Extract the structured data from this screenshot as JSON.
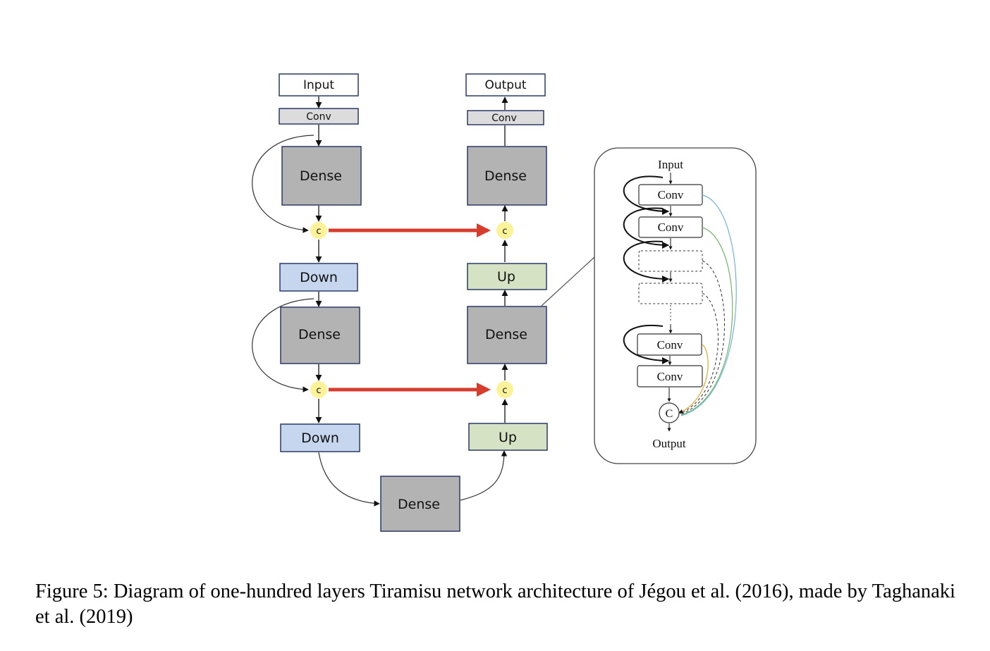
{
  "encoder": {
    "input_label": "Input",
    "conv_label": "Conv",
    "dense1_label": "Dense",
    "concat1_label": "c",
    "down1_label": "Down",
    "dense2_label": "Dense",
    "concat2_label": "c",
    "down2_label": "Down"
  },
  "bottleneck": {
    "dense_label": "Dense"
  },
  "decoder": {
    "output_label": "Output",
    "conv_label": "Conv",
    "dense1_label": "Dense",
    "concat1_label": "c",
    "up1_label": "Up",
    "dense2_label": "Dense",
    "concat2_label": "c",
    "up2_label": "Up"
  },
  "dense_block_detail": {
    "input_label": "Input",
    "conv1_label": "Conv",
    "conv2_label": "Conv",
    "conv3_label": "Conv",
    "conv4_label": "Conv",
    "concat_label": "C",
    "output_label": "Output"
  },
  "colors": {
    "dense_fill": "#b3b3b3",
    "conv_fill": "#dcdcdc",
    "down_fill": "#c5d6ee",
    "up_fill": "#d5e3c4",
    "concat_fill": "#fcf29a",
    "skip_arrow": "#d63d2c",
    "box_border": "#2b3a67"
  },
  "caption": "Figure 5: Diagram of one-hundred layers Tiramisu network architecture of Jégou et al. (2016), made by Taghanaki et al. (2019)"
}
